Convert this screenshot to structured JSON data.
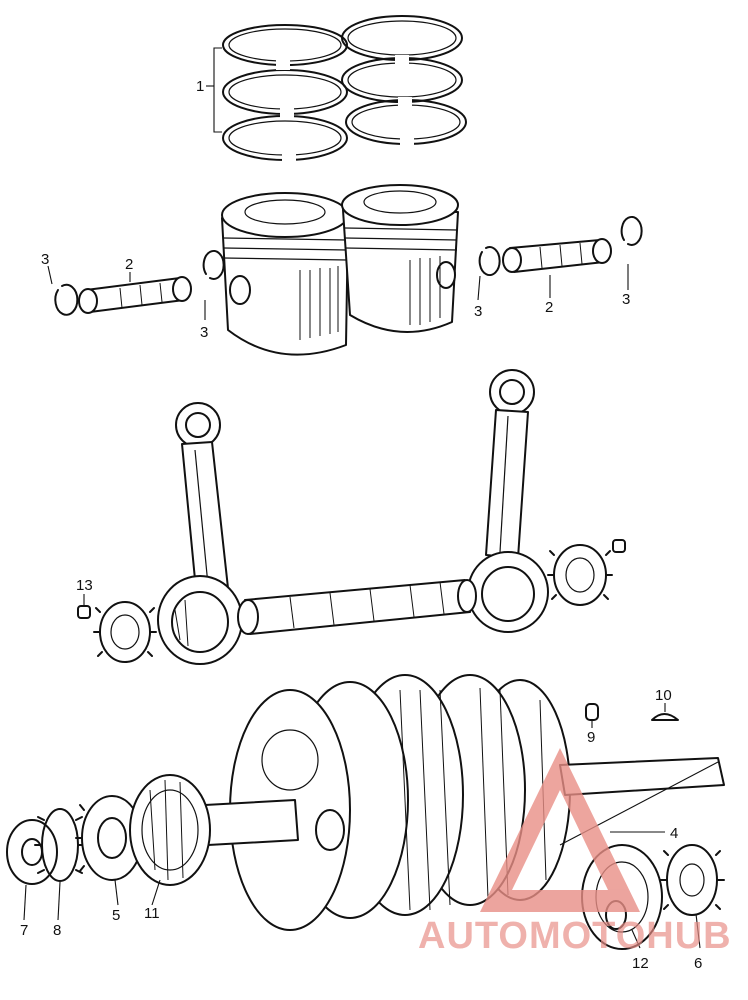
{
  "callouts": {
    "c1": "1",
    "c2a": "2",
    "c2b": "2",
    "c3a": "3",
    "c3b": "3",
    "c3c": "3",
    "c3d": "3",
    "c4": "4",
    "c5": "5",
    "c6": "6",
    "c7": "7",
    "c8": "8",
    "c9": "9",
    "c10": "10",
    "c11": "11",
    "c12": "12",
    "c13": "13"
  },
  "watermark": {
    "text": "AUTOMOTOHUB",
    "color": "#e88e86"
  }
}
